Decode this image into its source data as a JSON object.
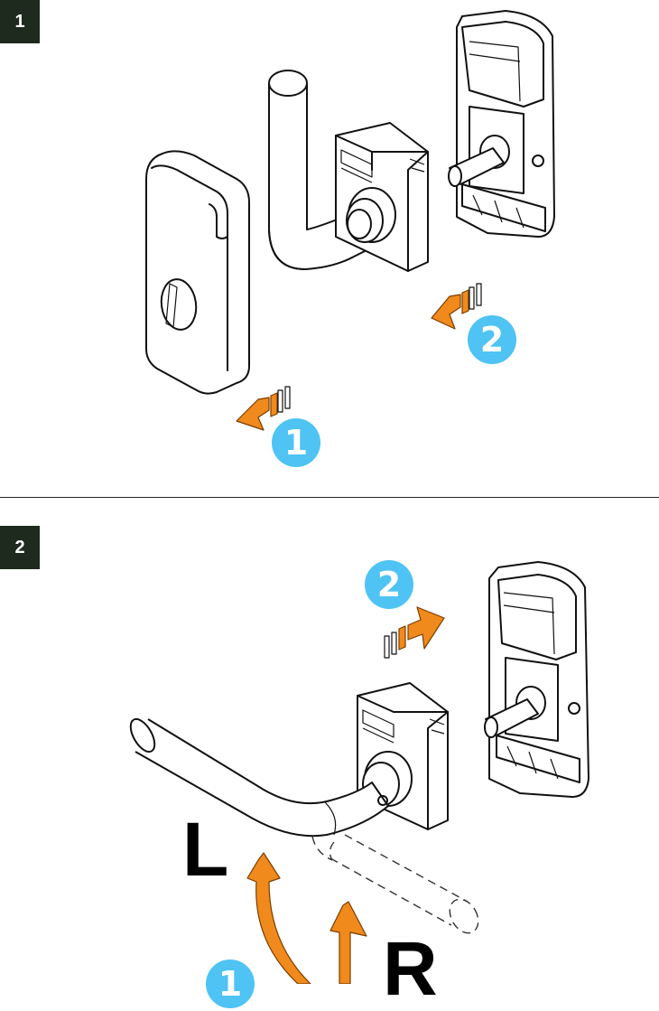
{
  "steps": [
    {
      "number": "1",
      "callouts": [
        "1",
        "2"
      ]
    },
    {
      "number": "2",
      "callouts": [
        "2",
        "1"
      ],
      "labels": [
        "L",
        "R"
      ]
    }
  ],
  "colors": {
    "badge_bg": "#1f2a1f",
    "callout": "#4ec3f4",
    "arrow": "#f08a1c"
  }
}
